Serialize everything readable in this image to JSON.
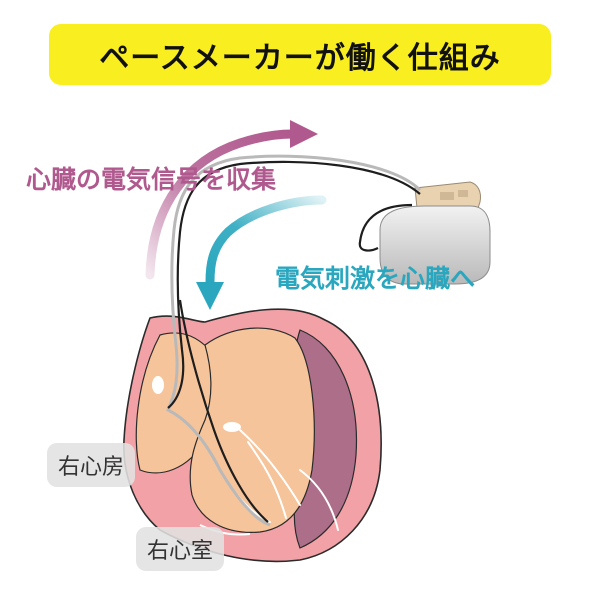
{
  "title": "ペースメーカーが働く仕組み",
  "labels": {
    "collect": "心臓の電気信号を収集",
    "stimulate": "電気刺激を心臓へ"
  },
  "chambers": {
    "right_atrium": "右心房",
    "right_ventricle": "右心室"
  },
  "colors": {
    "banner": "#f9ee1f",
    "collect_arrow": "#b0598e",
    "stimulate_arrow": "#2aa7be",
    "heart_wall": "#f2a2a6",
    "heart_inner": "#f6c49a",
    "heart_cavity": "#ad6e8a",
    "pacemaker_body": "#d6d6d6",
    "pacemaker_header": "#e8d2b0"
  },
  "icons": {
    "collect_arrow": "curved-arrow-up-right",
    "stimulate_arrow": "curved-arrow-down-left",
    "device": "pacemaker-generator"
  }
}
